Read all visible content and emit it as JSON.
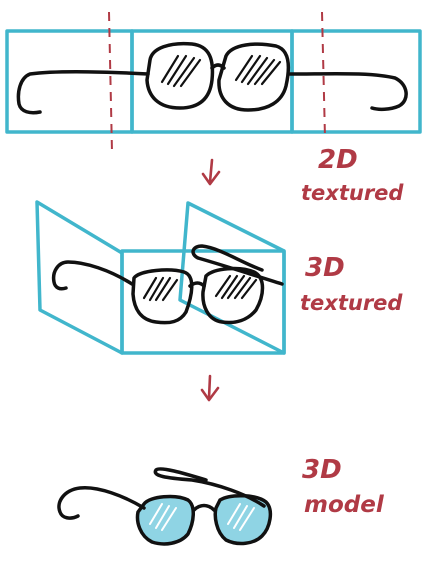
{
  "colors": {
    "frame": "#41b6cc",
    "ink": "#111111",
    "annotation": "#b03a45",
    "lens_fill": "#8fd4e4",
    "background": "#ffffff"
  },
  "stages": [
    {
      "id": "2d-textured",
      "label_line1": "2D",
      "label_line2": "textured"
    },
    {
      "id": "3d-textured",
      "label_line1": "3D",
      "label_line2": "textured"
    },
    {
      "id": "3d-model",
      "label_line1": "3D",
      "label_line2": "model"
    }
  ],
  "arrows": [
    {
      "from": "2d-textured",
      "to": "3d-textured",
      "glyph": "down-arrow"
    },
    {
      "from": "3d-textured",
      "to": "3d-model",
      "glyph": "down-arrow"
    }
  ]
}
